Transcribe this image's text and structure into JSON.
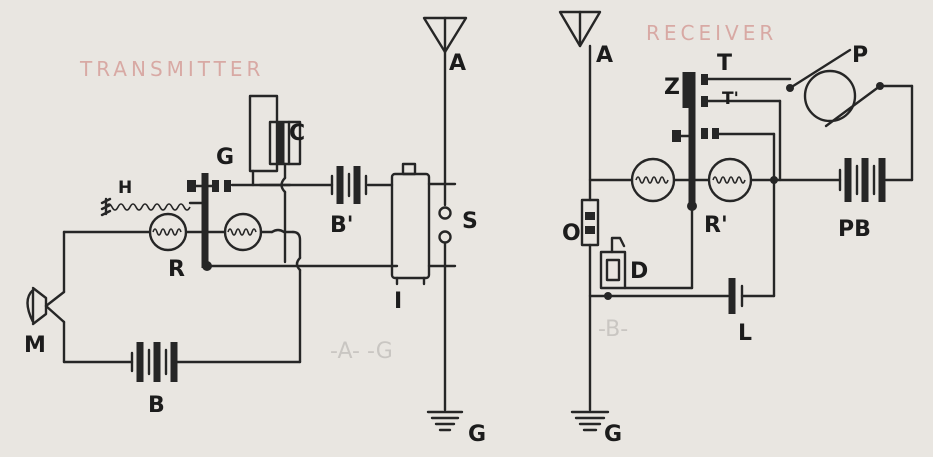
{
  "headings": {
    "transmitter": "TRANSMITTER",
    "receiver": "RECEIVER"
  },
  "transmitter": {
    "antenna": "A",
    "ground": "G",
    "condenser": "C",
    "gap": "G",
    "spring": "H",
    "relay": "R",
    "battery_main": "B",
    "battery_secondary": "B'",
    "coil": "I",
    "spark_gap": "S",
    "microphone": "M"
  },
  "receiver": {
    "antenna": "A",
    "ground": "G",
    "contact_t": "T",
    "contact_t_prime": "T'",
    "armature": "Z",
    "phone": "P",
    "relay": "R'",
    "printer_battery": "PB",
    "coherer": "O",
    "decoherer": "D",
    "local_battery": "L"
  },
  "ghost_marks": {
    "left": "-A-  -G",
    "right": "-B-"
  }
}
